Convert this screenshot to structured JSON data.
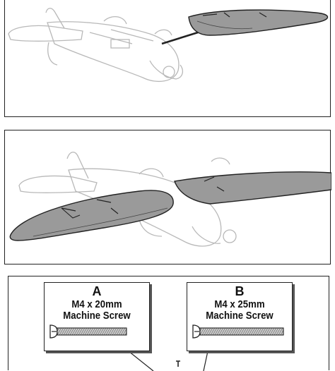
{
  "screw_a": {
    "letter": "A",
    "size": "M4 x 20mm",
    "kind": "Machine Screw",
    "thread_length_fraction": 0.42
  },
  "screw_b": {
    "letter": "B",
    "size": "M4 x 25mm",
    "kind": "Machine Screw",
    "thread_length_fraction": 0.5
  },
  "colors": {
    "wing_fill": "#9a9a9a",
    "line": "#222222",
    "outline_light": "#bbbbbb"
  },
  "steps": [
    {
      "illustration": "attach-right-wing-with-tube"
    },
    {
      "illustration": "attach-left-wing"
    },
    {
      "illustration": "screw-identification"
    }
  ]
}
